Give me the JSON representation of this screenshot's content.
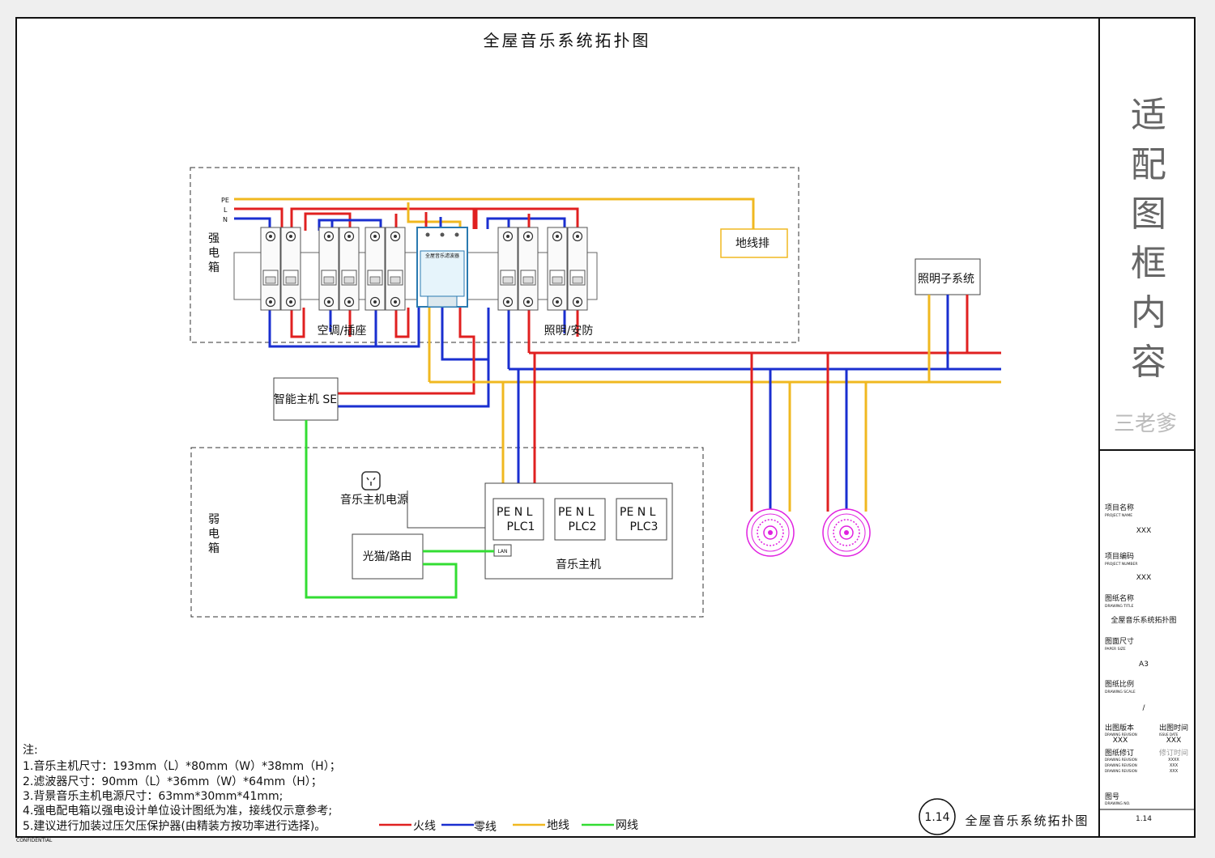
{
  "title": "全屋音乐系统拓扑图",
  "bus_labels": [
    "PE",
    "L",
    "N"
  ],
  "strong_box": {
    "label": "强\n电\n箱",
    "group_left": "空调/插座",
    "group_right": "照明/安防",
    "filter_label": "全屋音乐滤波器"
  },
  "ground_bar": "地线排",
  "lighting": "照明子系统",
  "se_host": "智能主机 SE",
  "weak_box": {
    "label": "弱\n电\n箱",
    "power": "音乐主机电源",
    "modem": "光猫/路由",
    "music_host": "音乐主机",
    "lan": "LAN",
    "plc": [
      {
        "pins": "PE  N L",
        "name": "PLC1"
      },
      {
        "pins": "PE  N L",
        "name": "PLC2"
      },
      {
        "pins": "PE  N L",
        "name": "PLC3"
      }
    ]
  },
  "notes": {
    "head": "注:",
    "lines": [
      "1.音乐主机尺寸：193mm（L）*80mm（W）*38mm（H）；",
      "2.滤波器尺寸：90mm（L）*36mm（W）*64mm（H）；",
      "3.背景音乐主机电源尺寸：63mm*30mm*41mm;",
      "4.强电配电箱以强电设计单位设计图纸为准，接线仅示意参考;",
      "5.建议进行加装过压欠压保护器(由精装方按功率进行选择)。"
    ]
  },
  "legend": [
    {
      "label": "火线",
      "color": "#e02020"
    },
    {
      "label": "零线",
      "color": "#1a2fd0"
    },
    {
      "label": "地线",
      "color": "#f0b820"
    },
    {
      "label": "网线",
      "color": "#33dd33"
    }
  ],
  "footer": {
    "number": "1.14",
    "title": "全屋音乐系统拓扑图",
    "confidential": "CONFIDENTIAL"
  },
  "sidebar": {
    "chars": [
      "适",
      "配",
      "图",
      "框",
      "内",
      "容"
    ],
    "brand": "三老爹",
    "fields": [
      {
        "cn": "项目名称",
        "en": "PROJECT NAME",
        "value": "XXX"
      },
      {
        "cn": "项目编码",
        "en": "PROJECT NUMBER",
        "value": "XXX"
      },
      {
        "cn": "图纸名称",
        "en": "DRAWING TITLE",
        "value": "全屋音乐系统拓扑图"
      },
      {
        "cn": "图面尺寸",
        "en": "PAPER SIZE",
        "value": "A3"
      },
      {
        "cn": "图纸比例",
        "en": "DRAWING SCALE",
        "value": "/"
      }
    ],
    "rev": {
      "cn": "出图版本",
      "en": "DRAWING REVISION",
      "value": "XXX"
    },
    "date": {
      "cn": "出图时间",
      "en": "ISSUE DATE",
      "value": "XXX"
    },
    "mod": {
      "cn": "图纸修订",
      "en1": "DRAWING REVISION",
      "en2": "DRAWING REVISION",
      "en3": "DRAWING REVISION"
    },
    "mod_time": {
      "cn": "修订时间",
      "v1": "XXXX",
      "v2": "XXX",
      "v3": "XXX"
    },
    "num": {
      "cn": "图号",
      "en": "DRAWING NO.",
      "value": "1.14"
    }
  },
  "colors": {
    "live": "#e02020",
    "neutral": "#1a2fd0",
    "earth": "#f0b820",
    "net": "#33dd33",
    "speaker": "#e020e0"
  }
}
